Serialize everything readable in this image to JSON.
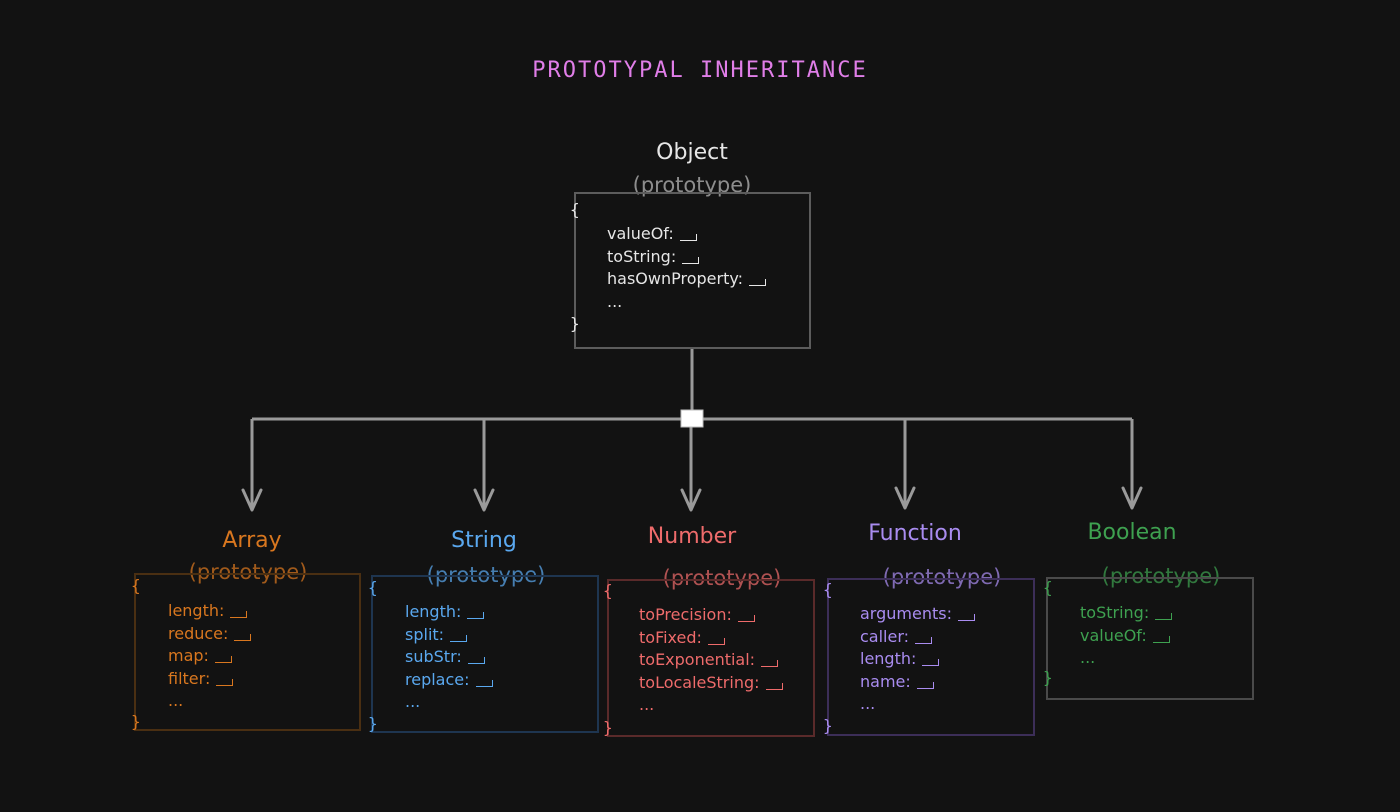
{
  "title": "PROTOTYPAL INHERITANCE",
  "root": {
    "name": "Object",
    "subtitle": "(prototype)",
    "brace_open": "{",
    "brace_close": "}",
    "color": "#e6e6e6",
    "border_color": "#5c5c5c",
    "properties": [
      "valueOf:",
      "toString:",
      "hasOwnProperty:",
      "..."
    ]
  },
  "children": [
    {
      "name": "Array",
      "subtitle": "(prototype)",
      "brace_open": "{",
      "brace_close": "}",
      "color": "#d9771f",
      "border_color": "#4a2f12",
      "properties": [
        "length:",
        "reduce:",
        "map:",
        "filter:",
        "..."
      ]
    },
    {
      "name": "String",
      "subtitle": "(prototype)",
      "brace_open": "{",
      "brace_close": "}",
      "color": "#5aa8ef",
      "border_color": "#1e3550",
      "properties": [
        "length:",
        "split:",
        "subStr:",
        "replace:",
        "..."
      ]
    },
    {
      "name": "Number",
      "subtitle": "(prototype)",
      "brace_open": "{",
      "brace_close": "}",
      "color": "#ee6b6b",
      "border_color": "#5a2a2a",
      "properties": [
        "toPrecision:",
        "toFixed:",
        "toExponential:",
        "toLocaleString:",
        "..."
      ]
    },
    {
      "name": "Function",
      "subtitle": "(prototype)",
      "brace_open": "{",
      "brace_close": "}",
      "color": "#a98cf0",
      "border_color": "#3c2e58",
      "properties": [
        "arguments:",
        "caller:",
        "length:",
        "name:",
        "..."
      ]
    },
    {
      "name": "Boolean",
      "subtitle": "(prototype)",
      "brace_open": "{",
      "brace_close": "}",
      "color": "#3ea150",
      "border_color": "#4a4a4a",
      "properties": [
        "toString:",
        "valueOf:",
        "..."
      ]
    }
  ],
  "connector_color": "#9a9a9a",
  "junction_color": "#ffffff"
}
